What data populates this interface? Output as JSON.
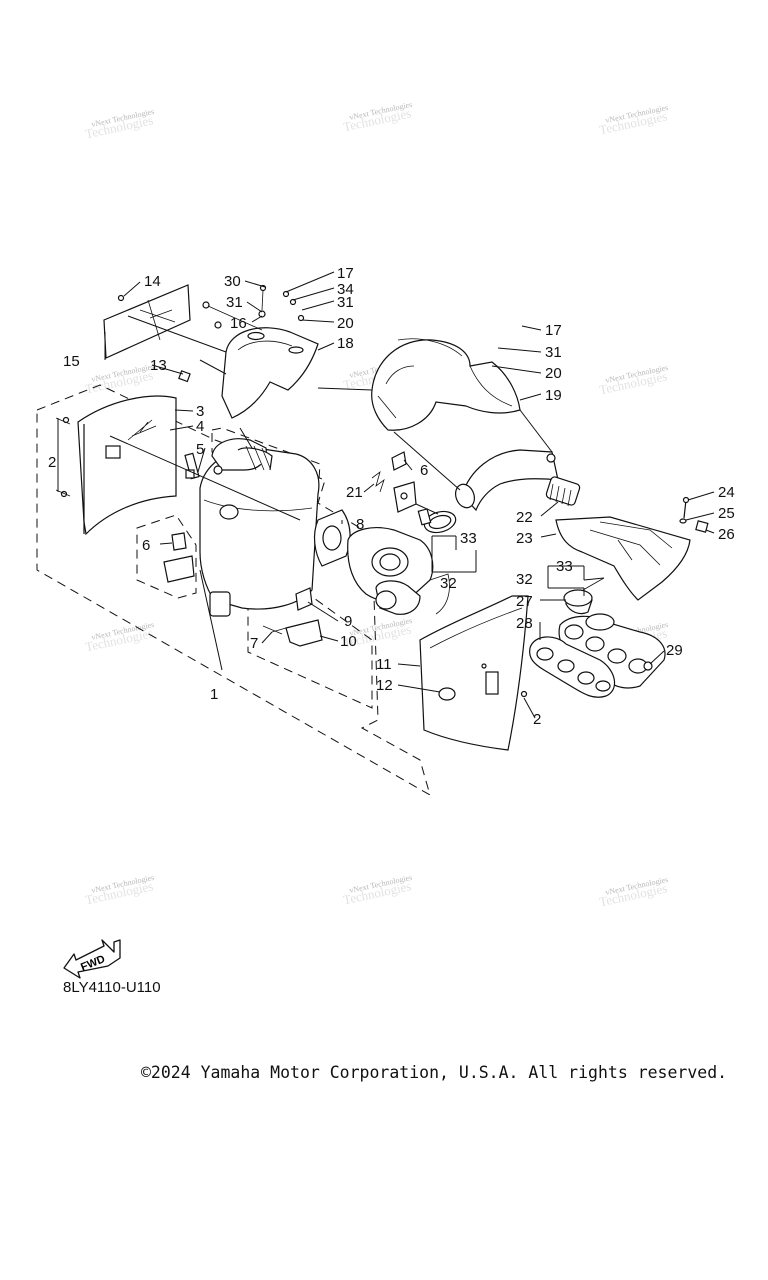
{
  "watermark": {
    "line1": "vNext Technologies",
    "line2": "Technologies"
  },
  "callouts": [
    "14",
    "30",
    "31",
    "17",
    "34",
    "31",
    "16",
    "20",
    "18",
    "17",
    "31",
    "20",
    "19",
    "15",
    "13",
    "3",
    "4",
    "2",
    "5",
    "6",
    "21",
    "22",
    "23",
    "24",
    "25",
    "26",
    "8",
    "33",
    "32",
    "6",
    "32",
    "33",
    "27",
    "28",
    "29",
    "9",
    "7",
    "10",
    "11",
    "12",
    "1",
    "2"
  ],
  "fwd_label": "FWD",
  "part_code": "8LY4110-U110",
  "copyright": "©2024 Yamaha Motor Corporation, U.S.A. All rights reserved."
}
